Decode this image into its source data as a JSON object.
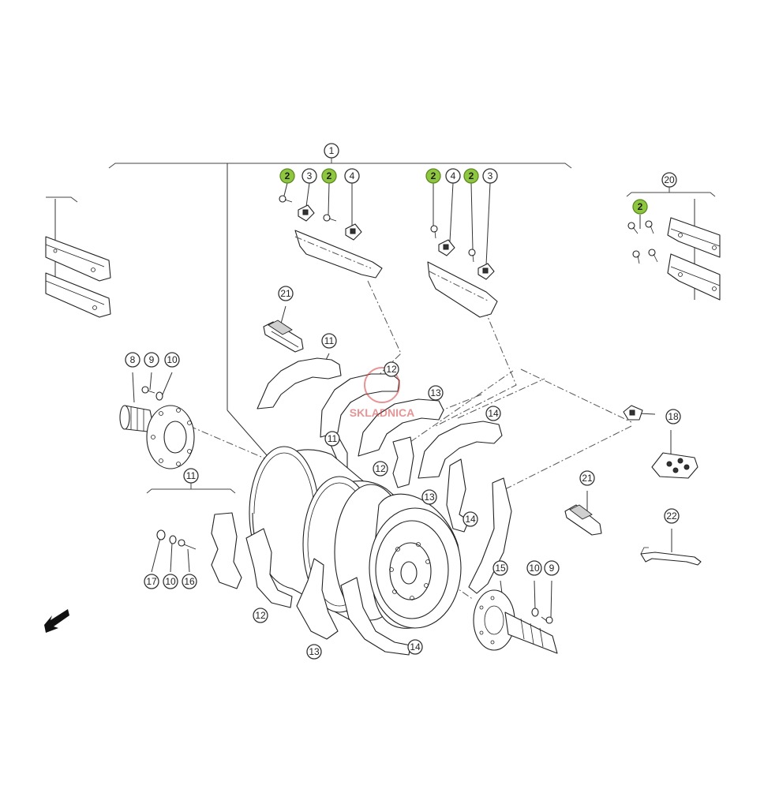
{
  "callouts": [
    {
      "label": "1",
      "highlight": false
    },
    {
      "label": "2",
      "highlight": true
    },
    {
      "label": "3",
      "highlight": false
    },
    {
      "label": "2",
      "highlight": true
    },
    {
      "label": "4",
      "highlight": false
    },
    {
      "label": "2",
      "highlight": true
    },
    {
      "label": "4",
      "highlight": false
    },
    {
      "label": "2",
      "highlight": true
    },
    {
      "label": "3",
      "highlight": false
    },
    {
      "label": "20",
      "highlight": false
    },
    {
      "label": "2",
      "highlight": true
    },
    {
      "label": "21",
      "highlight": false
    },
    {
      "label": "11",
      "highlight": false
    },
    {
      "label": "12",
      "highlight": false
    },
    {
      "label": "13",
      "highlight": false
    },
    {
      "label": "14",
      "highlight": false
    },
    {
      "label": "11",
      "highlight": false
    },
    {
      "label": "12",
      "highlight": false
    },
    {
      "label": "13",
      "highlight": false
    },
    {
      "label": "14",
      "highlight": false
    },
    {
      "label": "8",
      "highlight": false
    },
    {
      "label": "9",
      "highlight": false
    },
    {
      "label": "10",
      "highlight": false
    },
    {
      "label": "11",
      "highlight": false
    },
    {
      "label": "17",
      "highlight": false
    },
    {
      "label": "10",
      "highlight": false
    },
    {
      "label": "16",
      "highlight": false
    },
    {
      "label": "12",
      "highlight": false
    },
    {
      "label": "13",
      "highlight": false
    },
    {
      "label": "14",
      "highlight": false
    },
    {
      "label": "18",
      "highlight": false
    },
    {
      "label": "21",
      "highlight": false
    },
    {
      "label": "22",
      "highlight": false
    },
    {
      "label": "15",
      "highlight": false
    },
    {
      "label": "10",
      "highlight": false
    },
    {
      "label": "9",
      "highlight": false
    }
  ],
  "watermark": {
    "text": "SKLADNICA"
  },
  "colors": {
    "highlight_fill": "#8fc640",
    "highlight_stroke": "#5c8a22",
    "line": "#333333",
    "watermark": "#d04040"
  },
  "icons": {
    "direction_arrow": "arrow-left-icon"
  }
}
